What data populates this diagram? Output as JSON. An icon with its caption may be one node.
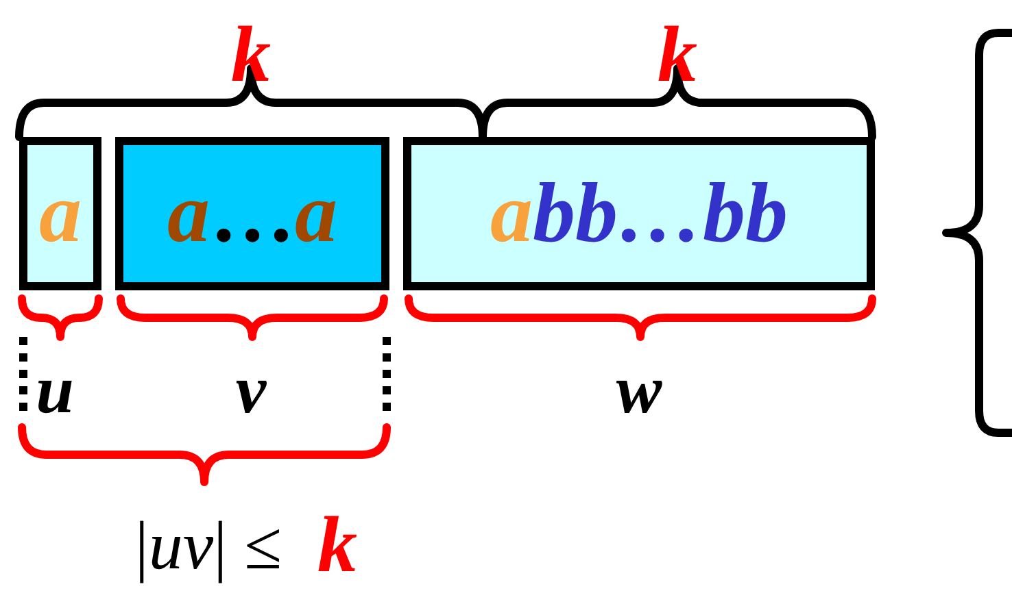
{
  "diagram": {
    "nodes": [
      {
        "text": [
          "a"
        ]
      },
      {
        "text": [
          "a",
          "…",
          "a"
        ]
      },
      {
        "text": [
          "a",
          "bb…bb"
        ]
      }
    ],
    "labels": [
      "k",
      "k",
      "u",
      "v",
      "w",
      "|*uv*| ≤",
      "k"
    ]
  }
}
